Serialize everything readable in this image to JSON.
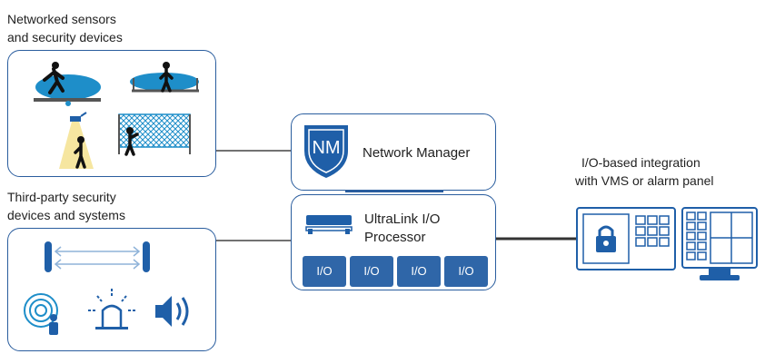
{
  "labels": {
    "sensors_line1": "Networked sensors",
    "sensors_line2": "and security devices",
    "thirdparty_line1": "Third-party security",
    "thirdparty_line2": "devices and systems",
    "integration_line1": "I/O-based integration",
    "integration_line2": "with VMS or alarm panel"
  },
  "network_manager": {
    "logo": "NM",
    "title": "Network Manager"
  },
  "processor": {
    "title_line1": "UltraLink I/O",
    "title_line2": "Processor",
    "ports": [
      "I/O",
      "I/O",
      "I/O",
      "I/O"
    ]
  },
  "icons": [
    "pir-sensor-icon",
    "perimeter-beam-sensor-icon",
    "floodlight-sensor-icon",
    "fence-sensor-icon",
    "photo-beam-icon",
    "radar-person-icon",
    "strobe-light-icon",
    "speaker-icon",
    "padlock-keypad-icon",
    "monitor-icon"
  ],
  "colors": {
    "brand_blue": "#1f5fa8",
    "light_blue": "#1e8ec9",
    "border": "#2a5d9e"
  }
}
